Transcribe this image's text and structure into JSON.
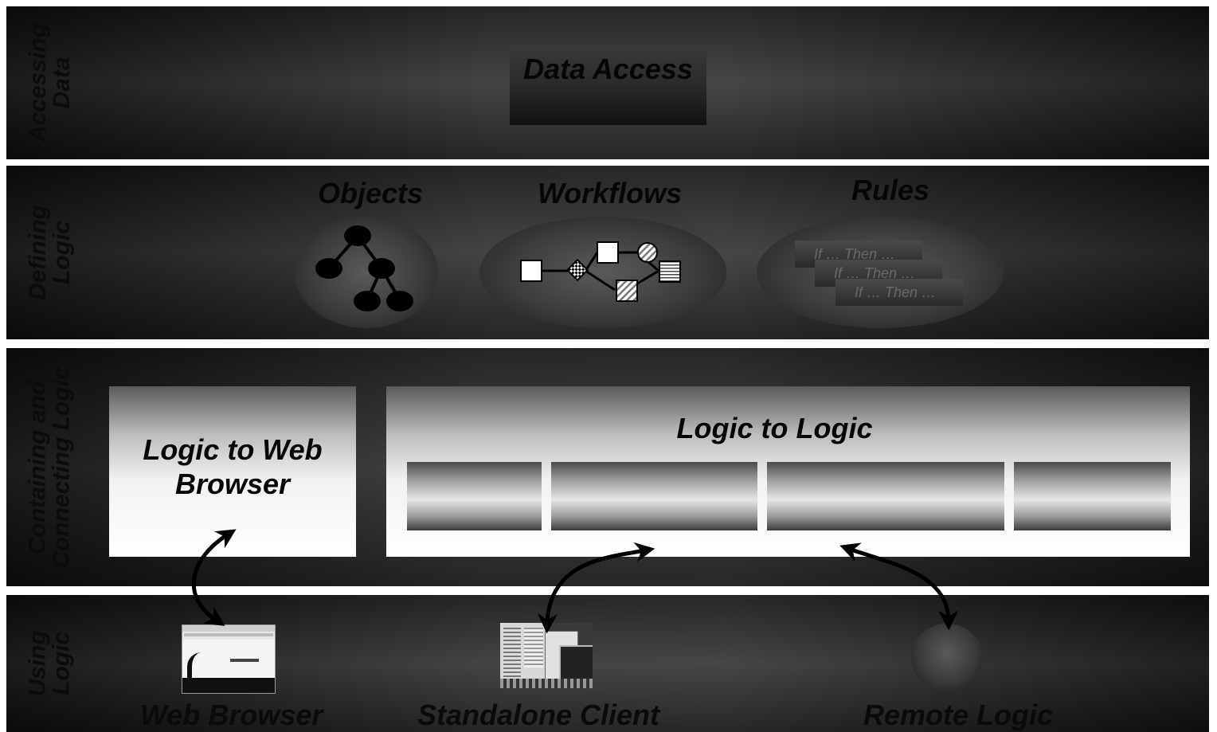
{
  "bands": {
    "accessing": {
      "label": "Accessing\nData"
    },
    "defining": {
      "label": "Defining\nLogic"
    },
    "containing": {
      "label": "Containing and\nConnecting Logic"
    },
    "using": {
      "label": "Using\nLogic"
    }
  },
  "data_access": {
    "title": "Data Access"
  },
  "defining": {
    "objects_title": "Objects",
    "workflows_title": "Workflows",
    "rules_title": "Rules",
    "rule_cards": [
      "If … Then …",
      "If … Then …",
      "If … Then …"
    ]
  },
  "containing": {
    "web_box_title": "Logic to Web\nBrowser",
    "logic_box_title": "Logic to Logic"
  },
  "using": {
    "web_browser": "Web Browser",
    "standalone_client": "Standalone Client",
    "remote_logic": "Remote Logic"
  }
}
